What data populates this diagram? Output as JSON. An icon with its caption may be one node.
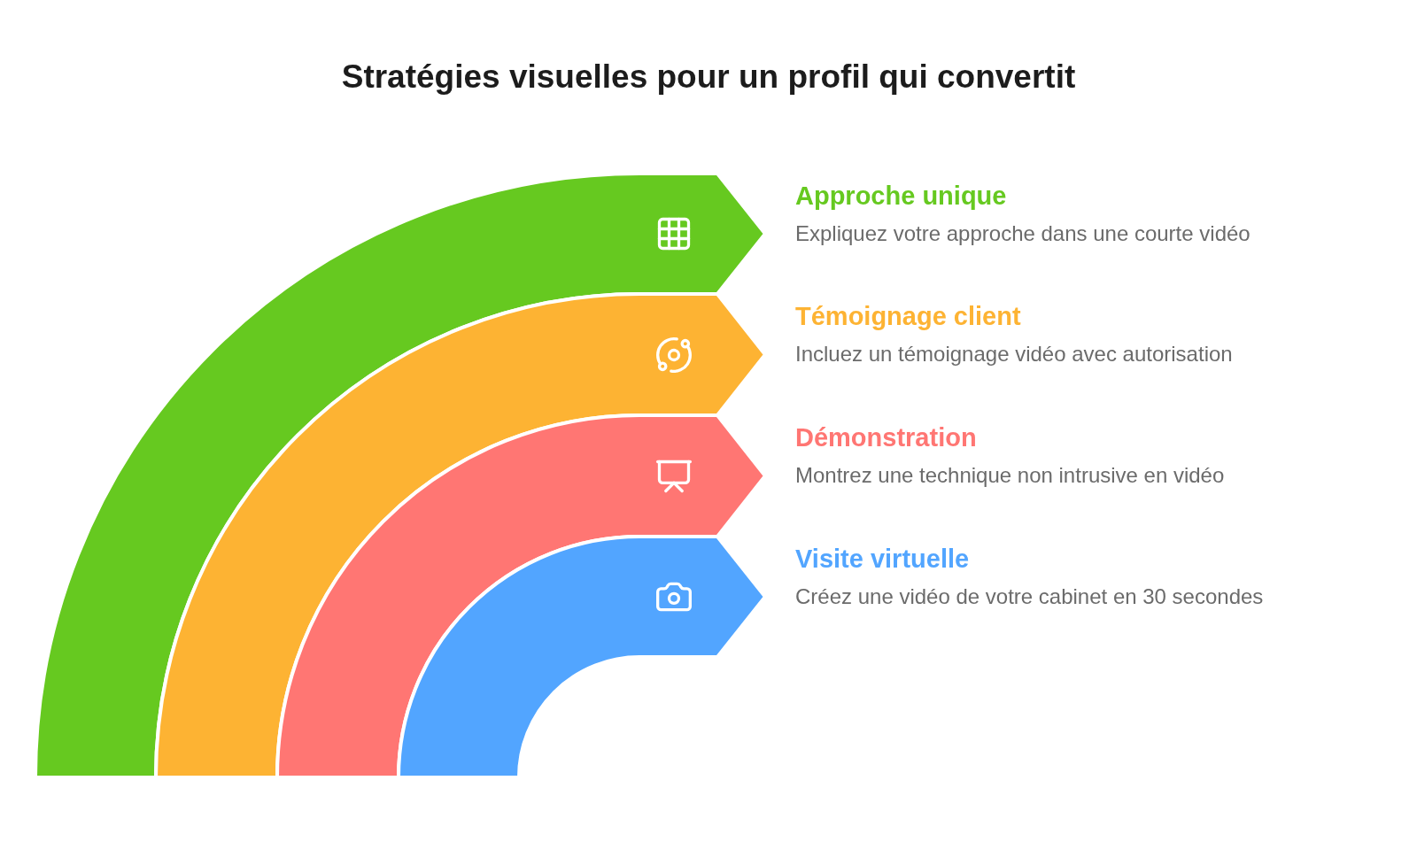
{
  "diagram": {
    "title": "Stratégies visuelles pour un profil qui convertit",
    "nodes": [
      {
        "text": [
          "Approche unique",
          "Expliquez votre approche dans une courte vidéo"
        ]
      },
      {
        "text": [
          "Témoignage client",
          "Incluez un témoignage vidéo avec autorisation"
        ]
      },
      {
        "text": [
          "Démonstration",
          "Montrez une technique non intrusive en vidéo"
        ]
      },
      {
        "text": [
          "Visite virtuelle",
          "Créez une vidéo de votre cabinet en 30 secondes"
        ]
      }
    ]
  }
}
